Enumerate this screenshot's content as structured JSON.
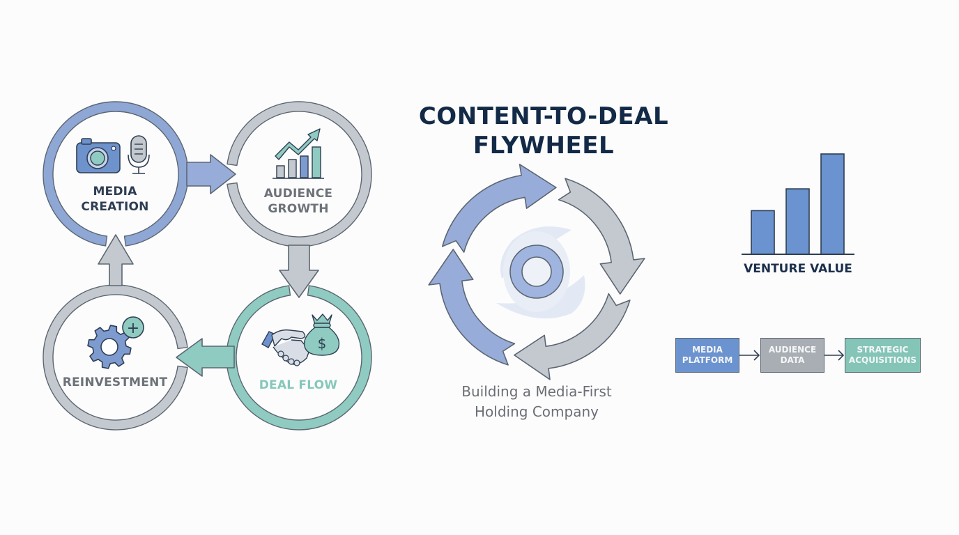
{
  "title": {
    "line1": "CONTENT-TO-DEAL",
    "line2": "FLYWHEEL"
  },
  "subtitle": {
    "line1": "Building a Media-First",
    "line2": "Holding Company"
  },
  "cycle": {
    "nodes": [
      {
        "id": "media-creation",
        "line1": "MEDIA",
        "line2": "CREATION",
        "icons": [
          "camera-icon",
          "microphone-icon"
        ],
        "ring_color": "#8ea7d4",
        "text_color": "#2e3e52"
      },
      {
        "id": "audience-growth",
        "line1": "AUDIENCE",
        "line2": "GROWTH",
        "icons": [
          "growth-chart-icon"
        ],
        "ring_color": "#c3c9ce",
        "text_color": "#6d7278"
      },
      {
        "id": "deal-flow",
        "line1": "DEAL FLOW",
        "icons": [
          "handshake-icon",
          "money-bag-icon"
        ],
        "ring_color": "#8fcbc0",
        "text_color": "#86c7ba"
      },
      {
        "id": "reinvestment",
        "line1": "REINVESTMENT",
        "icons": [
          "gear-icon",
          "plus-circle-icon"
        ],
        "ring_color": "#c3c9ce",
        "text_color": "#6d7278"
      }
    ],
    "money_symbol": "$",
    "plus_symbol": "+"
  },
  "flywheel": {
    "arrow_colors": [
      "#97acd8",
      "#c3c9ce",
      "#c3c9ce",
      "#97acd8"
    ],
    "hub_color": "#9fb4de"
  },
  "venture_value": {
    "label": "VENTURE VALUE",
    "bar_color": "#6a93cf",
    "bars": [
      1,
      1.5,
      2.3
    ]
  },
  "pipeline": {
    "steps": [
      {
        "line1": "MEDIA",
        "line2": "PLATFORM",
        "color": "#6b93cf"
      },
      {
        "line1": "AUDIENCE",
        "line2": "DATA",
        "color": "#a9aeb4"
      },
      {
        "line1": "STRATEGIC",
        "line2": "ACQUISITIONS",
        "color": "#84c5b8"
      }
    ]
  },
  "colors": {
    "navy": "#132a47",
    "outline": "#5c6672",
    "blue": "#8ea7d4",
    "gray": "#c3c9ce",
    "teal": "#8fcbc0"
  }
}
